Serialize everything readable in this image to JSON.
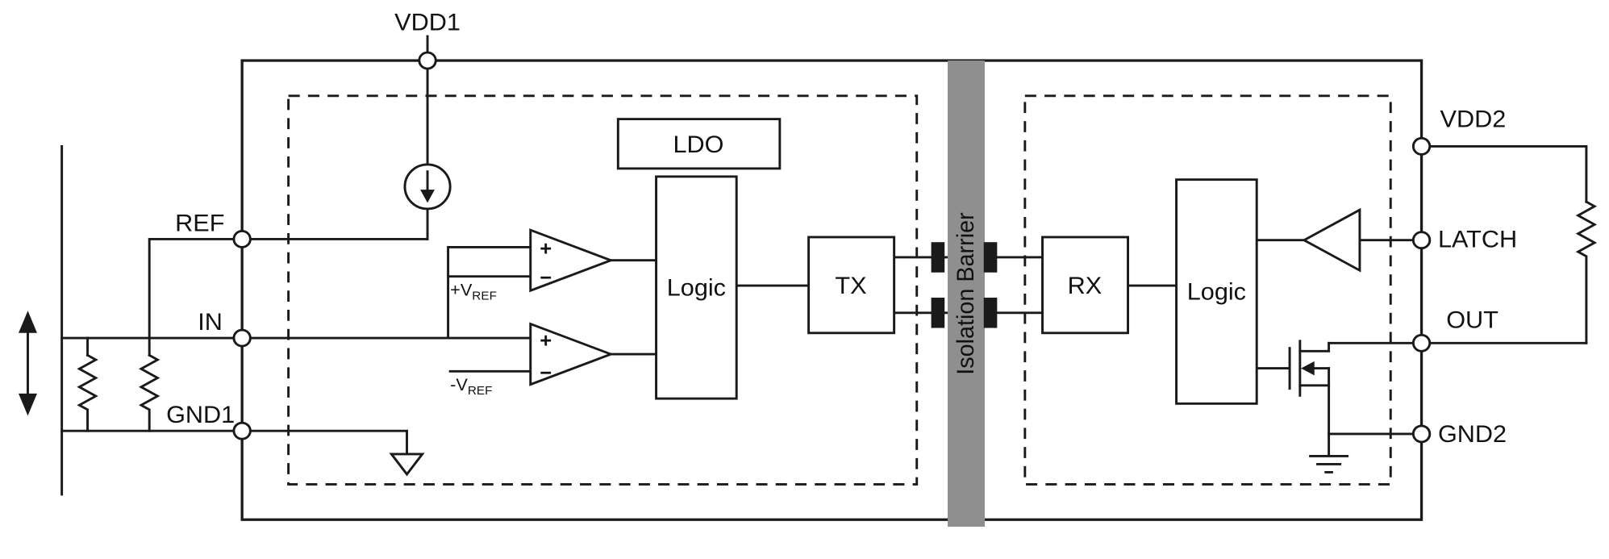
{
  "diagram": {
    "pins": {
      "vdd1": "VDD1",
      "ref": "REF",
      "in": "IN",
      "gnd1": "GND1",
      "vdd2": "VDD2",
      "latch": "LATCH",
      "out": "OUT",
      "gnd2": "GND2"
    },
    "blocks": {
      "ldo": "LDO",
      "logic_left": "Logic",
      "tx": "TX",
      "rx": "RX",
      "logic_right": "Logic",
      "isolation_barrier": "Isolation Barrier"
    },
    "comparator": {
      "plus": "+",
      "minus": "−",
      "vref_pos_main": "+V",
      "vref_pos_sub": "REF",
      "vref_neg_main": "-V",
      "vref_neg_sub": "REF"
    },
    "colors": {
      "line": "#1a1a1a",
      "barrier_fill": "#8f8f8f",
      "background": "#ffffff"
    }
  }
}
